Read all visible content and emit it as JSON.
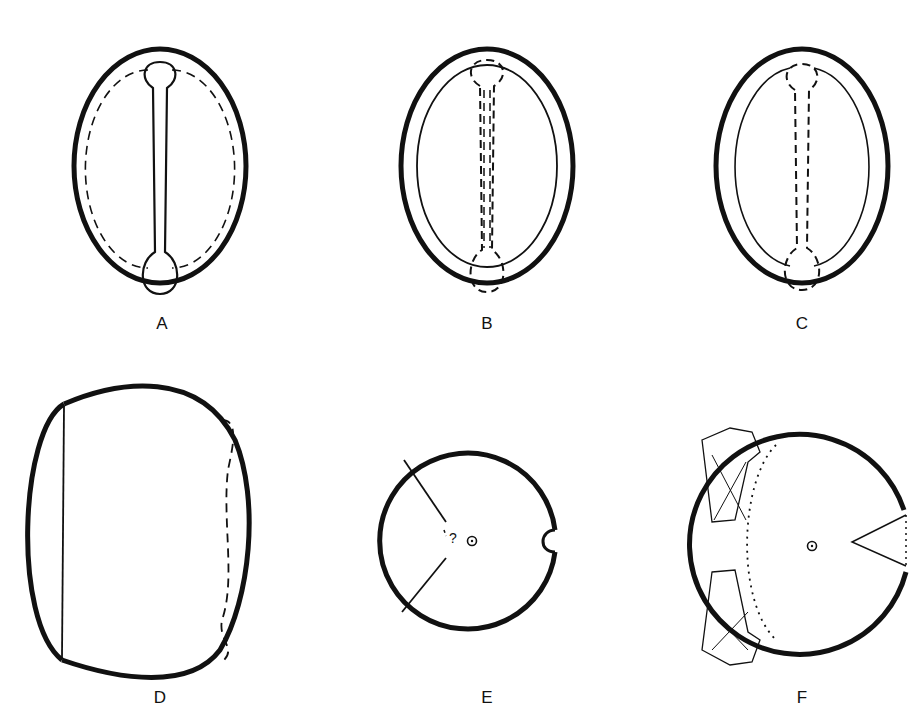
{
  "diagram": {
    "labels": [
      "A",
      "B",
      "C",
      "D",
      "E",
      "F",
      "?"
    ]
  }
}
